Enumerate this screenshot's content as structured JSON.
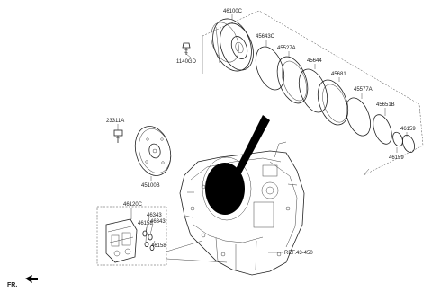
{
  "labels": {
    "p46100C": "46100C",
    "p1140GD": "1140GD",
    "p45643C": "45643C",
    "p45527A": "45527A",
    "p45644": "45644",
    "p45681": "45681",
    "p45577A": "45577A",
    "p45651B": "45651B",
    "p46159a": "46159",
    "p46159b": "46159",
    "p23311A": "23311A",
    "p45100B": "45100B",
    "p46120C": "46120C",
    "p46343a": "46343",
    "p46158a": "46158",
    "p46343b": "46343",
    "p46158b": "46158",
    "ref": "REF.43-450",
    "fr": "FR."
  },
  "colors": {
    "ink": "#222222",
    "callout": "#000000",
    "background": "#ffffff"
  }
}
